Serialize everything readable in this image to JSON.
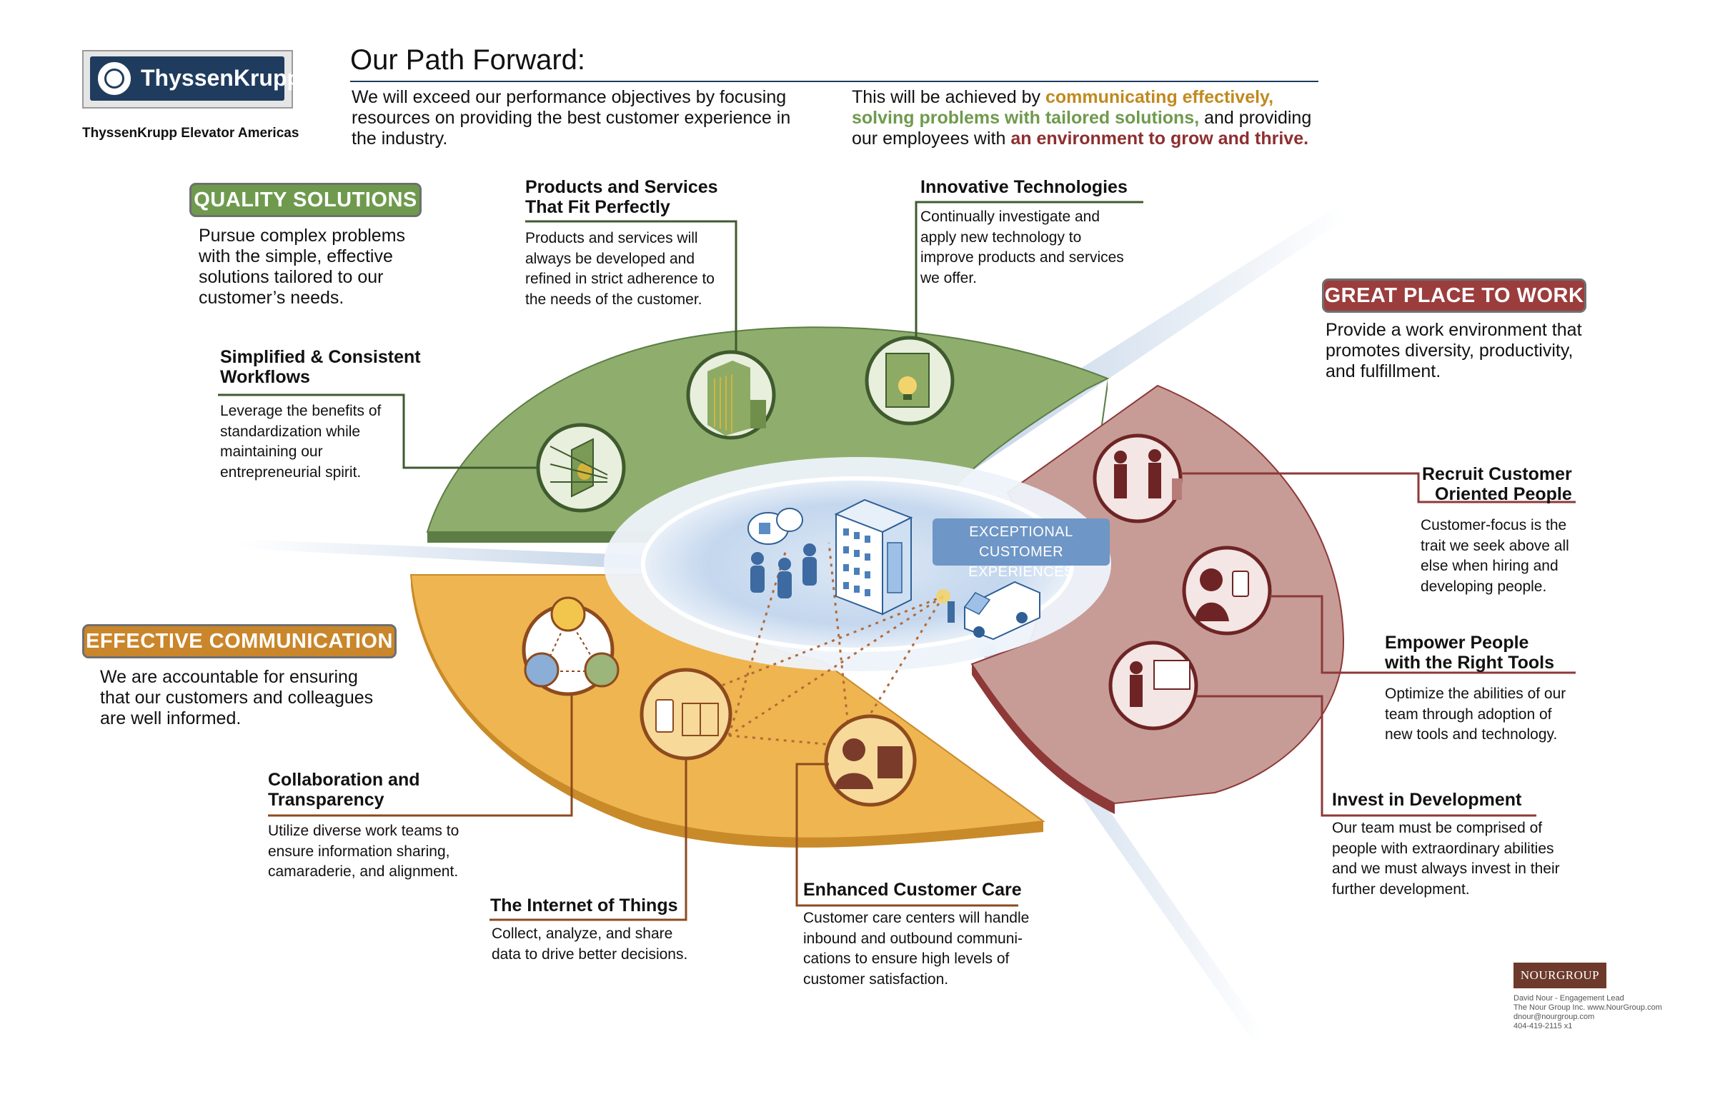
{
  "logo": {
    "brand": "ThyssenKrupp",
    "division": "ThyssenKrupp Elevator Americas"
  },
  "header": {
    "title": "Our Path Forward:",
    "intro": "We will exceed our performance objectives by focusing resources on providing the best customer experience in the industry.",
    "achieved_prefix": "This will be achieved by ",
    "achieved_h1": "communicating effectively,",
    "achieved_h2": "solving problems with tailored solutions,",
    "achieved_mid": " and providing our employees with ",
    "achieved_h3": "an environment to grow and thrive."
  },
  "center": {
    "badge_line1": "EXCEPTIONAL",
    "badge_line2": "CUSTOMER EXPERIENCES"
  },
  "quality": {
    "pill": "QUALITY SOLUTIONS",
    "desc": "Pursue complex problems with the simple, effective solutions tailored to our customer’s needs.",
    "items": [
      {
        "title_1": "Products and Services",
        "title_2": "That Fit Perfectly",
        "body": "Products and services will always be developed and refined in strict adherence to the needs of the customer."
      },
      {
        "title_1": "Innovative Technologies",
        "title_2": "",
        "body": "Continually investigate and apply new technology to improve products and services we offer."
      },
      {
        "title_1": "Simplified & Consistent",
        "title_2": "Workflows",
        "body": "Leverage the benefits of standardization while maintaining our entrepreneurial spirit."
      }
    ]
  },
  "great": {
    "pill": "GREAT PLACE TO WORK",
    "desc": "Provide a work environment that promotes diversity, productivity, and fulfillment.",
    "items": [
      {
        "title_1": "Recruit Customer",
        "title_2": "Oriented People",
        "body": "Customer-focus is the trait we seek above all else when hiring and developing people."
      },
      {
        "title_1": "Empower People",
        "title_2": "with the Right Tools",
        "body": "Optimize the abilities of our team through adoption of new tools and technology."
      },
      {
        "title_1": "Invest in Development",
        "title_2": "",
        "body": "Our team must be comprised of people with extraordinary abilities and we must always invest in their further development."
      }
    ]
  },
  "effective": {
    "pill": "EFFECTIVE COMMUNICATION",
    "desc": "We are accountable for ensuring that our customers and colleagues are well informed.",
    "items": [
      {
        "title_1": "Collaboration and",
        "title_2": "Transparency",
        "body": "Utilize diverse work teams to ensure information sharing, camaraderie, and alignment."
      },
      {
        "title_1": "The Internet of Things",
        "title_2": "",
        "body": "Collect, analyze, and share data to drive better decisions."
      },
      {
        "title_1": "Enhanced Customer Care",
        "title_2": "",
        "body": "Customer care centers will handle inbound and outbound communi-cations to ensure high levels of customer satisfaction."
      }
    ]
  },
  "footer": {
    "logo": "NOURGROUP",
    "line1": "David Nour - Engagement Lead",
    "line2": "The Nour Group Inc. www.NourGroup.com",
    "line3": "dnour@nourgroup.com",
    "line4": "404-419-2115 x1"
  },
  "colors": {
    "green": "#8fae6e",
    "green_dark": "#5c7d45",
    "orange": "#efb550",
    "orange_dark": "#c98a2a",
    "red": "#c79c96",
    "red_dark": "#8e3838",
    "blue": "#cfdff0",
    "navy": "#1f3c5e",
    "brown": "#7a3b2a"
  },
  "icons": [
    "thyssenkrupp-logo-icon",
    "skyscraper-icon",
    "lightbulb-icon",
    "target-arrows-icon",
    "team-triangle-icon",
    "smart-device-icon",
    "headset-agent-icon",
    "handshake-icon",
    "tablet-user-icon",
    "presentation-icon",
    "elevator-building-icon",
    "service-van-icon",
    "customers-icon"
  ]
}
